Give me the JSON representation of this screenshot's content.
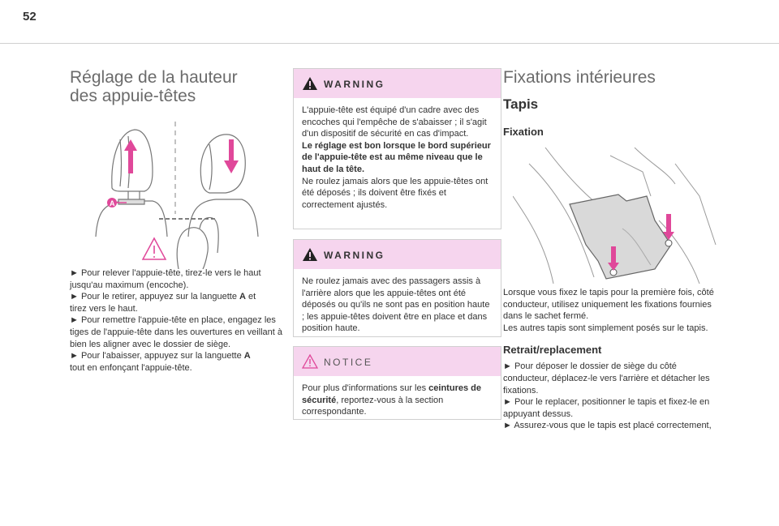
{
  "page_number": "52",
  "left": {
    "title": "Réglage de la hauteur des appuie-têtes",
    "title_line1": "Réglage de la hauteur",
    "title_line2": "des appuie-têtes",
    "illustration_label": "A",
    "bullets": [
      "► Pour relever l'appuie-tête, tirez-le vers le haut jusqu'au maximum (encoche).",
      "► Pour le retirer, appuyez sur la languette ",
      "tirez vers le haut.",
      "► Pour remettre l'appuie-tête en place, engagez les tiges de l'appuie-tête dans les ouvertures en veillant à bien les aligner avec le dossier de siège.",
      "► Pour l'abaisser, appuyez sur la languette ",
      "tout en enfonçant l'appuie-tête."
    ],
    "letter_A": "A",
    "word_et": " et"
  },
  "middle": {
    "warning1": {
      "label": "WARNING",
      "text1": "L'appuie-tête est équipé d'un cadre avec des encoches qui l'empêche de s'abaisser ; il s'agit d'un dispositif de sécurité en cas d'impact.",
      "bold": "Le réglage est bon lorsque le bord supérieur de l'appuie-tête est au même niveau que le haut de la tête.",
      "text2": "Ne roulez jamais alors que les appuie-têtes ont été déposés ; ils doivent être fixés et correctement ajustés."
    },
    "warning2": {
      "label": "WARNING",
      "text": "Ne roulez jamais avec des passagers assis à l'arrière alors que les appuie-têtes ont été déposés ou qu'ils ne sont pas en position haute ; les appuie-têtes doivent être en place et dans position haute."
    },
    "notice": {
      "label": "NOTICE",
      "text_before": "Pour plus d'informations sur les ",
      "bold": "ceintures de sécurité",
      "text_after": ", reportez-vous à la section correspondante."
    }
  },
  "right": {
    "title": "Fixations intérieures",
    "sub": "Tapis",
    "subsub1": "Fixation",
    "fixation_text": "Lorsque vous fixez le tapis pour la première fois, côté conducteur, utilisez uniquement les fixations fournies dans le sachet fermé.",
    "fixation_text2": "Les autres tapis sont simplement posés sur le tapis.",
    "subsub2": "Retrait/replacement",
    "retrait_bullets": [
      "► Pour déposer le dossier de siège du côté conducteur, déplacez-le vers l'arrière et détacher les fixations.",
      "► Pour le replacer, positionner le tapis et fixez-le en appuyant dessus.",
      "► Assurez-vous que le tapis est placé correctement,"
    ]
  },
  "colors": {
    "header_band": "#f6d5ee",
    "accent_pink": "#e0489a",
    "warning_icon": "#222222",
    "notice_icon": "#e0489a",
    "title_gray": "#6b6b6b"
  }
}
